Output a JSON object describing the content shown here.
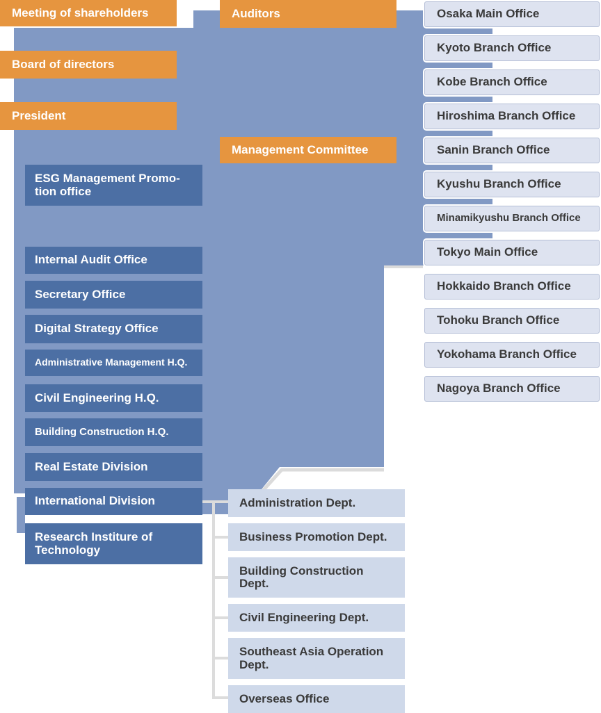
{
  "diagram_type": "organization-chart",
  "palette": {
    "orange": "#E6953F",
    "background_blue": "#8199C4",
    "dark_blue": "#4C6FA4",
    "branch_box_fill": "#DEE3F0",
    "branch_box_border": "#B4BED6",
    "department_box_fill": "#CFD9EA",
    "text_dark": "#3A3A3A",
    "text_light": "#FFFFFF",
    "connector_gray": "#DCDCDC"
  },
  "governance_chain": {
    "items": [
      {
        "label": "Meeting of shareholders"
      },
      {
        "label": "Board of directors"
      },
      {
        "label": "President"
      }
    ]
  },
  "auditors": {
    "label": "Auditors"
  },
  "management_committee": {
    "label": "Management Committee"
  },
  "left_column": {
    "items": [
      {
        "label": "ESG Management Promo-\ntion office"
      },
      {
        "label": "Internal Audit Office"
      },
      {
        "label": "Secretary Office"
      },
      {
        "label": "Digital Strategy Office"
      },
      {
        "label": "Administrative Management H.Q."
      },
      {
        "label": "Civil Engineering H.Q."
      },
      {
        "label": "Building Construction H.Q."
      },
      {
        "label": "Real Estate Division"
      },
      {
        "label": "International Division"
      },
      {
        "label": "Research Institure of\nTechnology"
      }
    ]
  },
  "branch_offices": {
    "items": [
      {
        "label": "Osaka Main Office"
      },
      {
        "label": "Kyoto Branch Office"
      },
      {
        "label": "Kobe Branch Office"
      },
      {
        "label": "Hiroshima Branch Office"
      },
      {
        "label": "Sanin Branch Office"
      },
      {
        "label": "Kyushu Branch Office"
      },
      {
        "label": "Minamikyushu Branch Office"
      },
      {
        "label": "Tokyo Main Office"
      },
      {
        "label": "Hokkaido Branch Office"
      },
      {
        "label": "Tohoku Branch Office"
      },
      {
        "label": "Yokohama Branch Office"
      },
      {
        "label": "Nagoya Branch Office"
      }
    ]
  },
  "international_departments": {
    "items": [
      {
        "label": "Administration Dept."
      },
      {
        "label": "Business Promotion Dept."
      },
      {
        "label": "Building Construction\nDept."
      },
      {
        "label": "Civil Engineering Dept."
      },
      {
        "label": "Southeast Asia Operation\nDept."
      },
      {
        "label": "Overseas Office"
      }
    ]
  }
}
